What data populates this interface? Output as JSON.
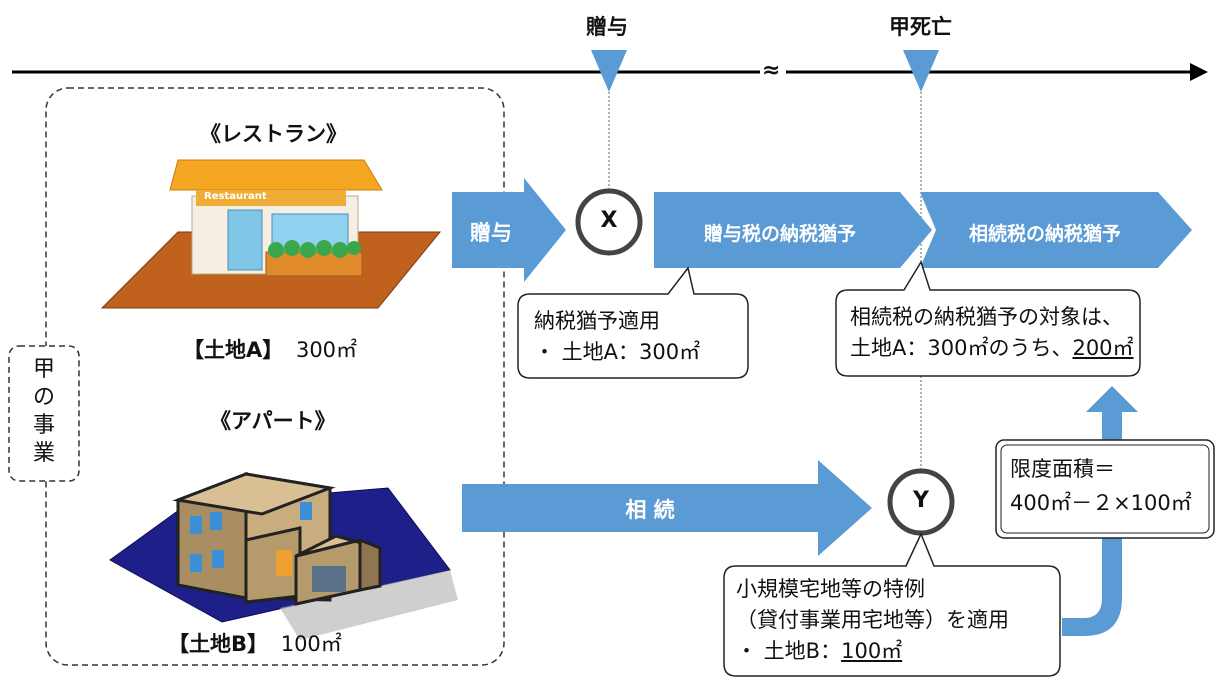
{
  "timeline": {
    "event_gift": "贈与",
    "event_death": "甲死亡",
    "break_mark": "≈"
  },
  "business_label": [
    "甲",
    "の",
    "事",
    "業"
  ],
  "restaurant": {
    "title": "《レストラン》",
    "sign": "Restaurant",
    "land_name": "【土地A】",
    "land_area": "300㎡"
  },
  "apartment": {
    "title": "《アパート》",
    "land_name": "【土地B】",
    "land_area": "100㎡"
  },
  "arrows": {
    "gift": "贈与",
    "gift_tax_deferral": "贈与税の納税猶予",
    "inheritance_tax_deferral": "相続税の納税猶予",
    "inheritance": "相 続"
  },
  "circles": {
    "x": "X",
    "y": "Y"
  },
  "callouts": {
    "deferral_applied": {
      "line1": "納税猶予適用",
      "line2": "・ 土地A：300㎡"
    },
    "deferral_target": {
      "line1": "相続税の納税猶予の対象は、",
      "line2_prefix": "土地A：300㎡のうち、",
      "line2_value": "200㎡"
    },
    "small_land_special": {
      "line1": "小規模宅地等の特例",
      "line2": "（貸付事業用宅地等）を適用",
      "line3_prefix": "・ 土地B：",
      "line3_value": "100㎡"
    },
    "limit_area": {
      "line1": "限度面積＝",
      "line2": "400㎡－２×100㎡"
    }
  },
  "colors": {
    "arrow_fill": "#5b9bd5",
    "timeline": "#000000",
    "restaurant_land": "#c0621e",
    "apartment_land": "#1f1f8a",
    "awning": "#f5a623"
  }
}
